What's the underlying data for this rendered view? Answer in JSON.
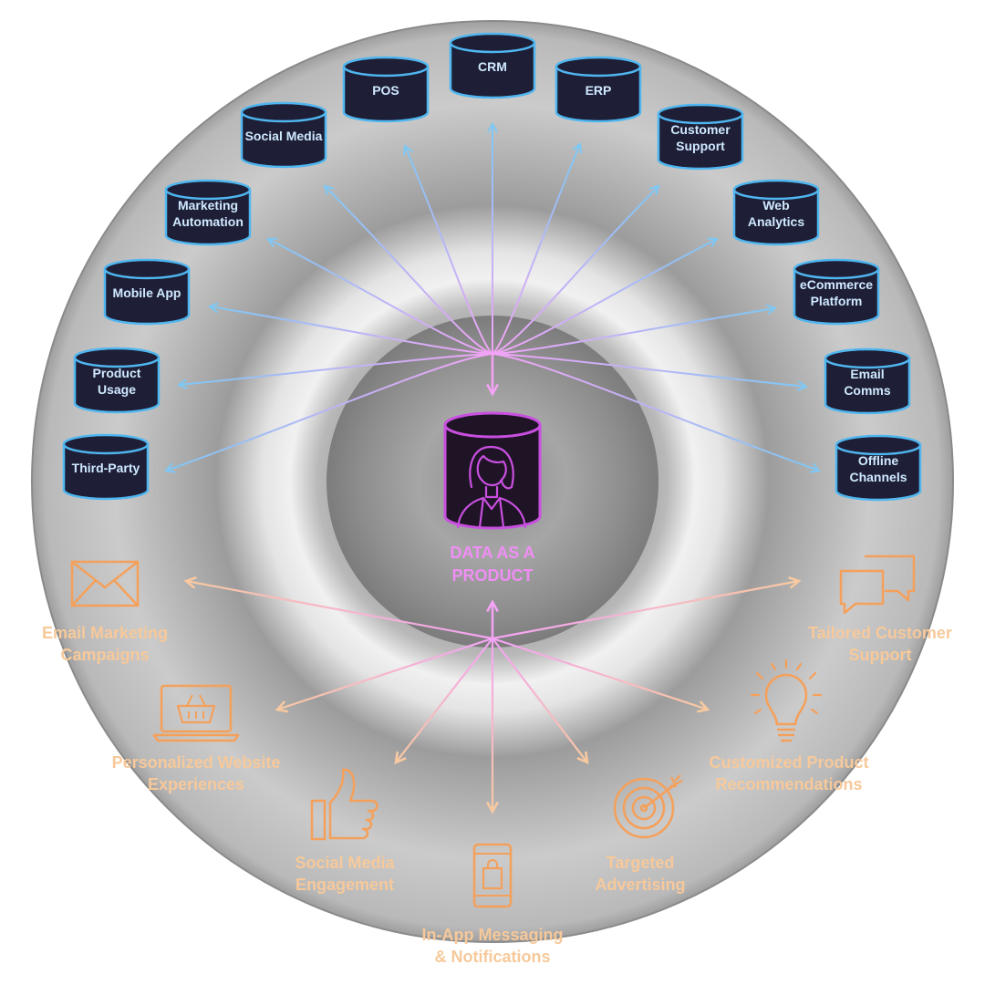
{
  "center": {
    "label_line1": "DATA AS A",
    "label_line2": "PRODUCT",
    "icon": "person-icon"
  },
  "colors": {
    "source_stroke": "#4fb6f0",
    "source_fill": "#1e1f36",
    "source_text": "#cfe9ff",
    "inbound_arrow": "#7dc8f5",
    "hub": "#f4a3f6",
    "outbound_arrow": "#f8c9a0",
    "output_icon": "#f5a05a",
    "output_text": "#f7c99a",
    "center_accent": "#c94fe0"
  },
  "sources": [
    {
      "name": "crm",
      "lines": [
        "CRM"
      ]
    },
    {
      "name": "pos",
      "lines": [
        "POS"
      ]
    },
    {
      "name": "erp",
      "lines": [
        "ERP"
      ]
    },
    {
      "name": "social-media",
      "lines": [
        "Social Media"
      ]
    },
    {
      "name": "customer-support",
      "lines": [
        "Customer",
        "Support"
      ]
    },
    {
      "name": "marketing-automation",
      "lines": [
        "Marketing",
        "Automation"
      ]
    },
    {
      "name": "web-analytics",
      "lines": [
        "Web",
        "Analytics"
      ]
    },
    {
      "name": "mobile-app",
      "lines": [
        "Mobile App"
      ]
    },
    {
      "name": "ecommerce-platform",
      "lines": [
        "eCommerce",
        "Platform"
      ]
    },
    {
      "name": "product-usage",
      "lines": [
        "Product",
        "Usage"
      ]
    },
    {
      "name": "email-comms",
      "lines": [
        "Email",
        "Comms"
      ]
    },
    {
      "name": "third-party",
      "lines": [
        "Third-Party"
      ]
    },
    {
      "name": "offline-channels",
      "lines": [
        "Offline",
        "Channels"
      ]
    }
  ],
  "outputs": [
    {
      "name": "email-marketing",
      "icon": "envelope-icon",
      "lines": [
        "Email Marketing",
        "Campaigns"
      ]
    },
    {
      "name": "tailored-support",
      "icon": "chat-bubbles-icon",
      "lines": [
        "Tailored Customer",
        "Support"
      ]
    },
    {
      "name": "personalized-web",
      "icon": "laptop-basket-icon",
      "lines": [
        "Personalized Website",
        "Experiences"
      ]
    },
    {
      "name": "product-recs",
      "icon": "lightbulb-icon",
      "lines": [
        "Customized Product",
        "Recommendations"
      ]
    },
    {
      "name": "social-engagement",
      "icon": "thumbs-up-icon",
      "lines": [
        "Social Media",
        "Engagement"
      ]
    },
    {
      "name": "targeted-ads",
      "icon": "target-icon",
      "lines": [
        "Targeted",
        "Advertising"
      ]
    },
    {
      "name": "in-app-messaging",
      "icon": "phone-bag-icon",
      "lines": [
        "In-App Messaging",
        "& Notifications"
      ]
    }
  ]
}
